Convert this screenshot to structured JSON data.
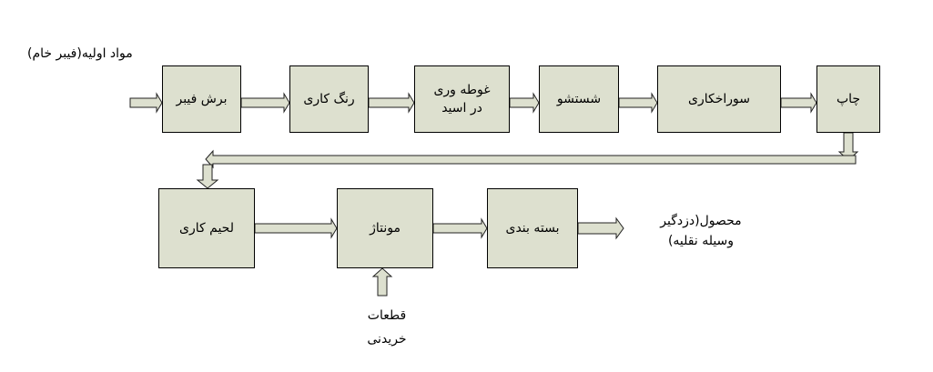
{
  "input_label": "مواد اولیه(فیبر خام)",
  "top_row": [
    {
      "label": "برش فیبر"
    },
    {
      "label": "رنگ کاری"
    },
    {
      "label": "غوطه وری",
      "label2": "در اسید"
    },
    {
      "label": "شستشو"
    },
    {
      "label": "سوراخکاری"
    },
    {
      "label": "چاپ"
    }
  ],
  "bottom_row": [
    {
      "label": "لحیم کاری"
    },
    {
      "label": "مونتاژ"
    },
    {
      "label": "بسته بندی"
    }
  ],
  "output_label": {
    "line1": "محصول(دزدگیر",
    "line2": "وسیله نقلیه)"
  },
  "parts_label": {
    "line1": "قطعات",
    "line2": "خریدنی"
  },
  "colors": {
    "box_fill": "#dde0cf",
    "stroke": "#000000"
  }
}
